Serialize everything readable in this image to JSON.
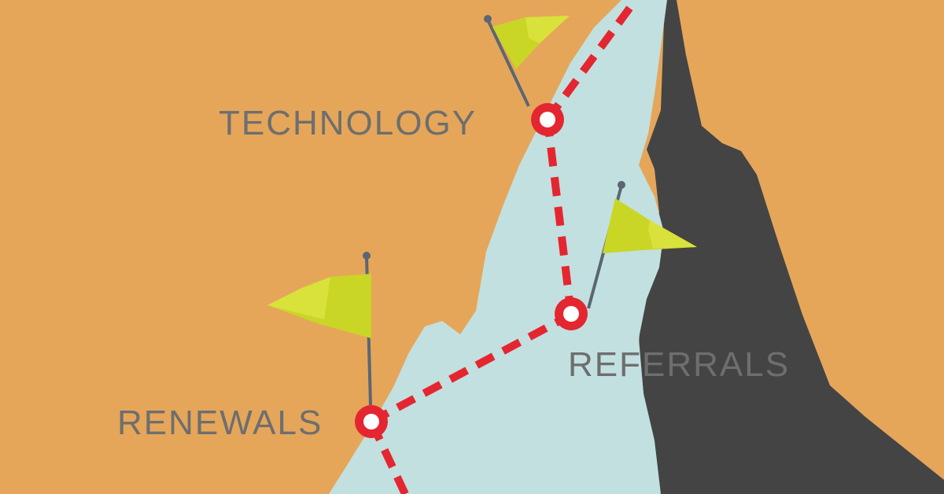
{
  "colors": {
    "background": "#E5A65A",
    "mountain_light": "#C2E0DF",
    "mountain_dark": "#444444",
    "path_red": "#E42630",
    "flag_yellow": "#CAD625",
    "flag_shadow": "#D9E23B",
    "pole": "#5B6672",
    "label_text": "#6E6E6E"
  },
  "icons": {
    "flag": "flag-icon",
    "waypoint": "waypoint-marker-icon"
  },
  "milestones": [
    {
      "label": "TECHNOLOGY"
    },
    {
      "label": "REFERRALS"
    },
    {
      "label": "RENEWALS"
    }
  ]
}
